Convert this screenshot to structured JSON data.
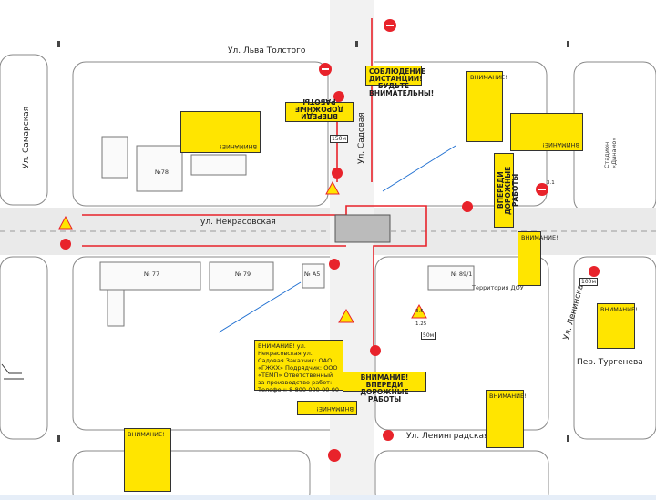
{
  "streets": {
    "tolstogo": "Ул. Льва Толстого",
    "samarskaya": "Ул. Самарская",
    "nekrasovskaya": "ул. Некрасовская",
    "sadovaya": "Ул. Садовая",
    "leninskaya": "Ул. Ленинская",
    "turgeneva": "Пер. Тургенева",
    "leningradskaya": "Ул. Ленинградская"
  },
  "buildings": {
    "b77": "№ 77",
    "b79": "№ 79",
    "bA5": "№ А5",
    "b89": "№ 89/1",
    "b78": "№78",
    "dou": "Территория ДОУ",
    "stadium": "Стадион «Динамо»"
  },
  "notes": {
    "distance": "СОБЛЮДЕНИЕ ДИСТАНЦИИ! БУДЬТЕ ВНИМАТЕЛЬНЫ!",
    "work_top": "ВПЕРЕДИ ДОРОЖНЫЕ РАБОТЫ",
    "attention": "ВНИМАНИЕ!",
    "work_right": "ВПЕРЕДИ ДОРОЖНЫЕ РАБОТЫ",
    "work_bottom": "ВНИМАНИЕ! ВПЕРЕДИ ДОРОЖНЫЕ РАБОТЫ",
    "info_left": "ВНИМАНИЕ! ул. Некрасовская ул. Садовая Заказчик: ОАО «ГЖКХ» Подрядчик: ООО «ТЕМП» Ответственный за производство работ: Телефон: 8-800-000-00-00"
  },
  "signs": {
    "sign_35": "3.5",
    "sign_125": "1.25",
    "dist_150": "150м",
    "dist_50": "50м",
    "dist_100": "100м",
    "s311": "3.1"
  },
  "colors": {
    "road": "#d9d9d9",
    "work_zone": "#e8232b",
    "note_fill": "#ffe500",
    "detour": "#1f6fd1"
  }
}
